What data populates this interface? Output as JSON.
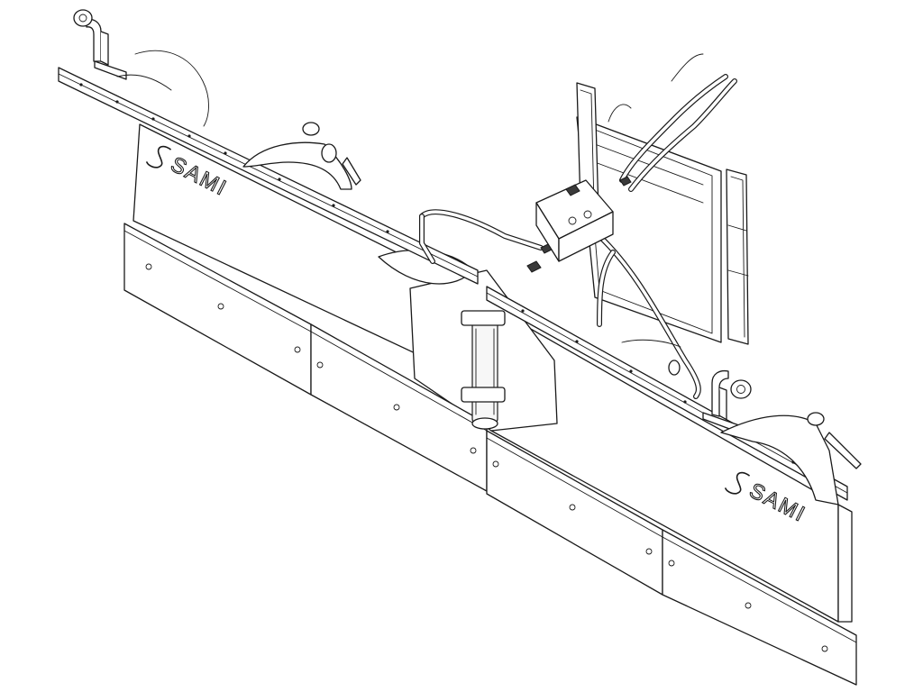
{
  "brand_markings": [
    {
      "id": "left-moldboard",
      "text": "SAMI"
    },
    {
      "id": "right-moldboard",
      "text": "SAMI"
    }
  ]
}
